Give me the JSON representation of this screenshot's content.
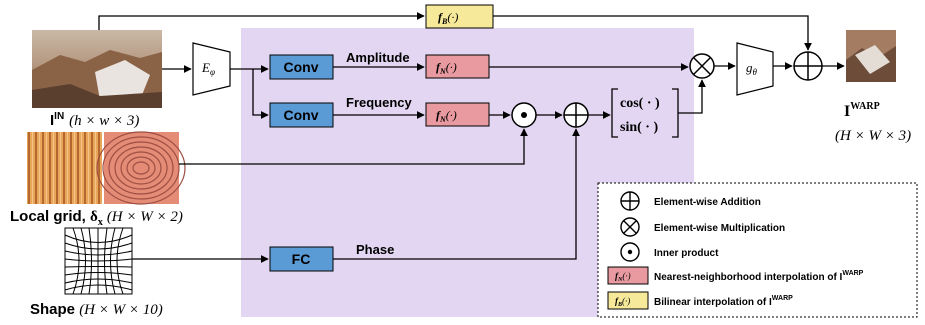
{
  "inputs": {
    "image_label": "I",
    "image_sup": "IN",
    "image_dims": "(h × w × 3)",
    "grid_label": "Local grid, ",
    "grid_symbol": "δ",
    "grid_sub": "x",
    "grid_dims": "(H × W × 2)",
    "shape_label": "Shape ",
    "shape_dims": "(H × W × 10)"
  },
  "encoder": {
    "label": "E",
    "sub": "φ"
  },
  "decoder": {
    "label": "g",
    "sub": "θ"
  },
  "blocks": {
    "conv_top": "Conv",
    "conv_bottom": "Conv",
    "fc": "FC",
    "fn_label": "f",
    "fn_sub": "N",
    "fb_label": "f",
    "fb_sub": "B",
    "arg": "(·)"
  },
  "edge_labels": {
    "amplitude": "Amplitude",
    "frequency": "Frequency",
    "phase": "Phase"
  },
  "trig": {
    "cos": "cos( · )",
    "sin": "sin( · )"
  },
  "output": {
    "label": "I",
    "sup": "WARP",
    "dims": "(H × W × 3)"
  },
  "legend": {
    "items": [
      {
        "text": "Element-wise Addition"
      },
      {
        "text": "Element-wise Multiplication"
      },
      {
        "text": "Inner product"
      },
      {
        "text": "Nearest-neighborhood interpolation of I",
        "sup": "WARP"
      },
      {
        "text": "Bilinear interpolation of I",
        "sup": "WARP"
      }
    ]
  },
  "colors": {
    "conv_fill": "#5b9bd5",
    "fn_fill": "#e89aa0",
    "fb_fill": "#f7e99a",
    "region_fill": "#e3d6f2",
    "stroke": "#000000"
  }
}
